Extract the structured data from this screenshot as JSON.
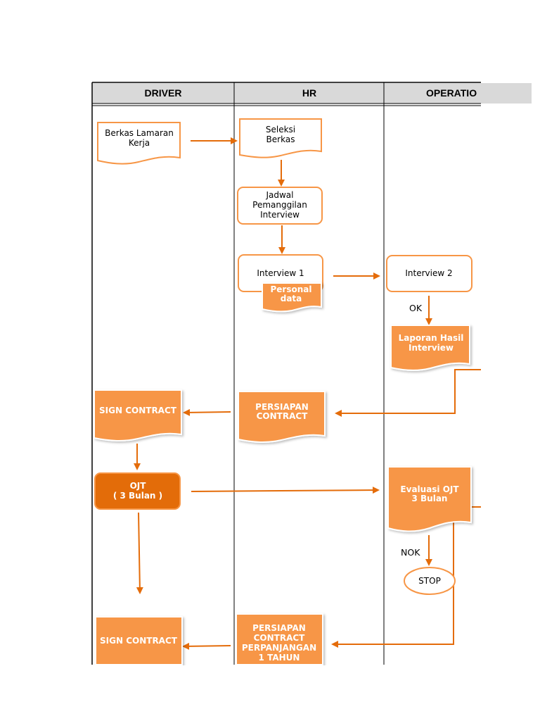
{
  "lanes": [
    {
      "label": "DRIVER"
    },
    {
      "label": "HR"
    },
    {
      "label": "OPERATIO"
    }
  ],
  "nodes": {
    "berkas_lamaran": [
      "Berkas Lamaran",
      "Kerja"
    ],
    "seleksi_berkas": [
      "Seleksi",
      "Berkas"
    ],
    "jadwal": [
      "Jadwal",
      "Pemanggilan",
      "Interview"
    ],
    "interview1": [
      "Interview  1"
    ],
    "personal_data": [
      "Personal",
      "data"
    ],
    "interview2": [
      "Interview  2"
    ],
    "laporan": [
      "Laporan Hasil",
      "Interview"
    ],
    "sign_contract_1": [
      "SIGN  CONTRACT"
    ],
    "persiapan_contract": [
      "PERSIAPAN",
      "CONTRACT"
    ],
    "ojt": [
      "OJT",
      "( 3 Bulan )"
    ],
    "evaluasi": [
      "Evaluasi  OJT",
      "3 Bulan"
    ],
    "stop": [
      "STOP"
    ],
    "sign_contract_2": [
      "SIGN  CONTRACT"
    ],
    "persiapan_perpanjangan": [
      "PERSIAPAN",
      "CONTRACT",
      "PERPANJANGAN",
      "1 TAHUN"
    ]
  },
  "edge_labels": {
    "ok": "OK",
    "nok": "NOK"
  },
  "colors": {
    "accent": "#ef8a33",
    "accent_dark": "#e46c0a",
    "fill_light": "#f79646",
    "fill_dark": "#e36c09",
    "header_bg": "#d9d9d9"
  }
}
